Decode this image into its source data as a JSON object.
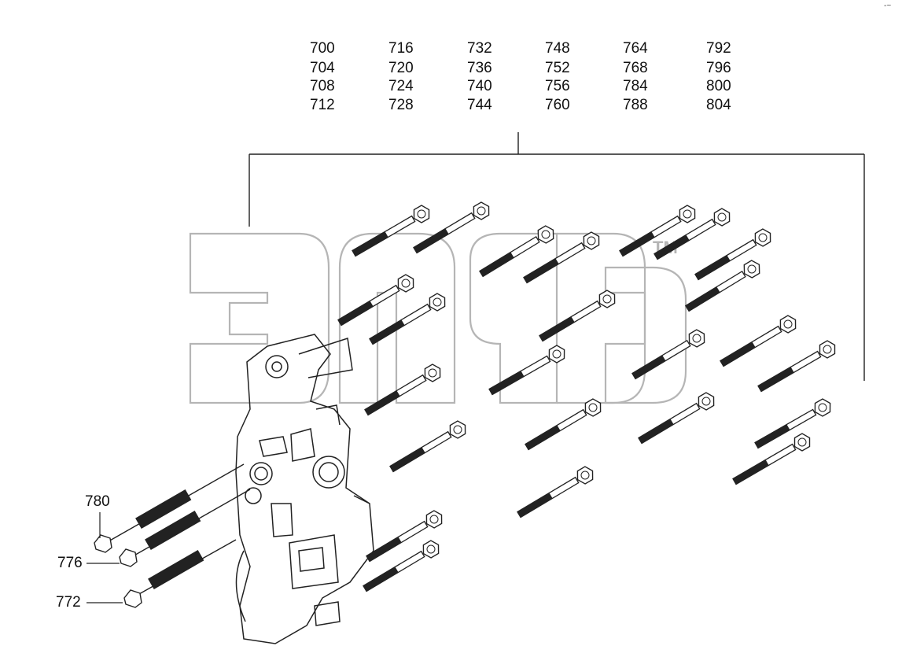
{
  "part_number_columns": [
    [
      "700",
      "704",
      "708",
      "712"
    ],
    [
      "716",
      "720",
      "724",
      "728"
    ],
    [
      "732",
      "736",
      "740",
      "744"
    ],
    [
      "748",
      "752",
      "756",
      "760"
    ],
    [
      "764",
      "768",
      "784",
      "788"
    ],
    [
      "792",
      "796",
      "800",
      "804"
    ]
  ],
  "callouts": {
    "c780": "780",
    "c776": "776",
    "c772": "772"
  },
  "watermark": {
    "text": "элф",
    "mark": "TM"
  },
  "corner_mark": "-~"
}
